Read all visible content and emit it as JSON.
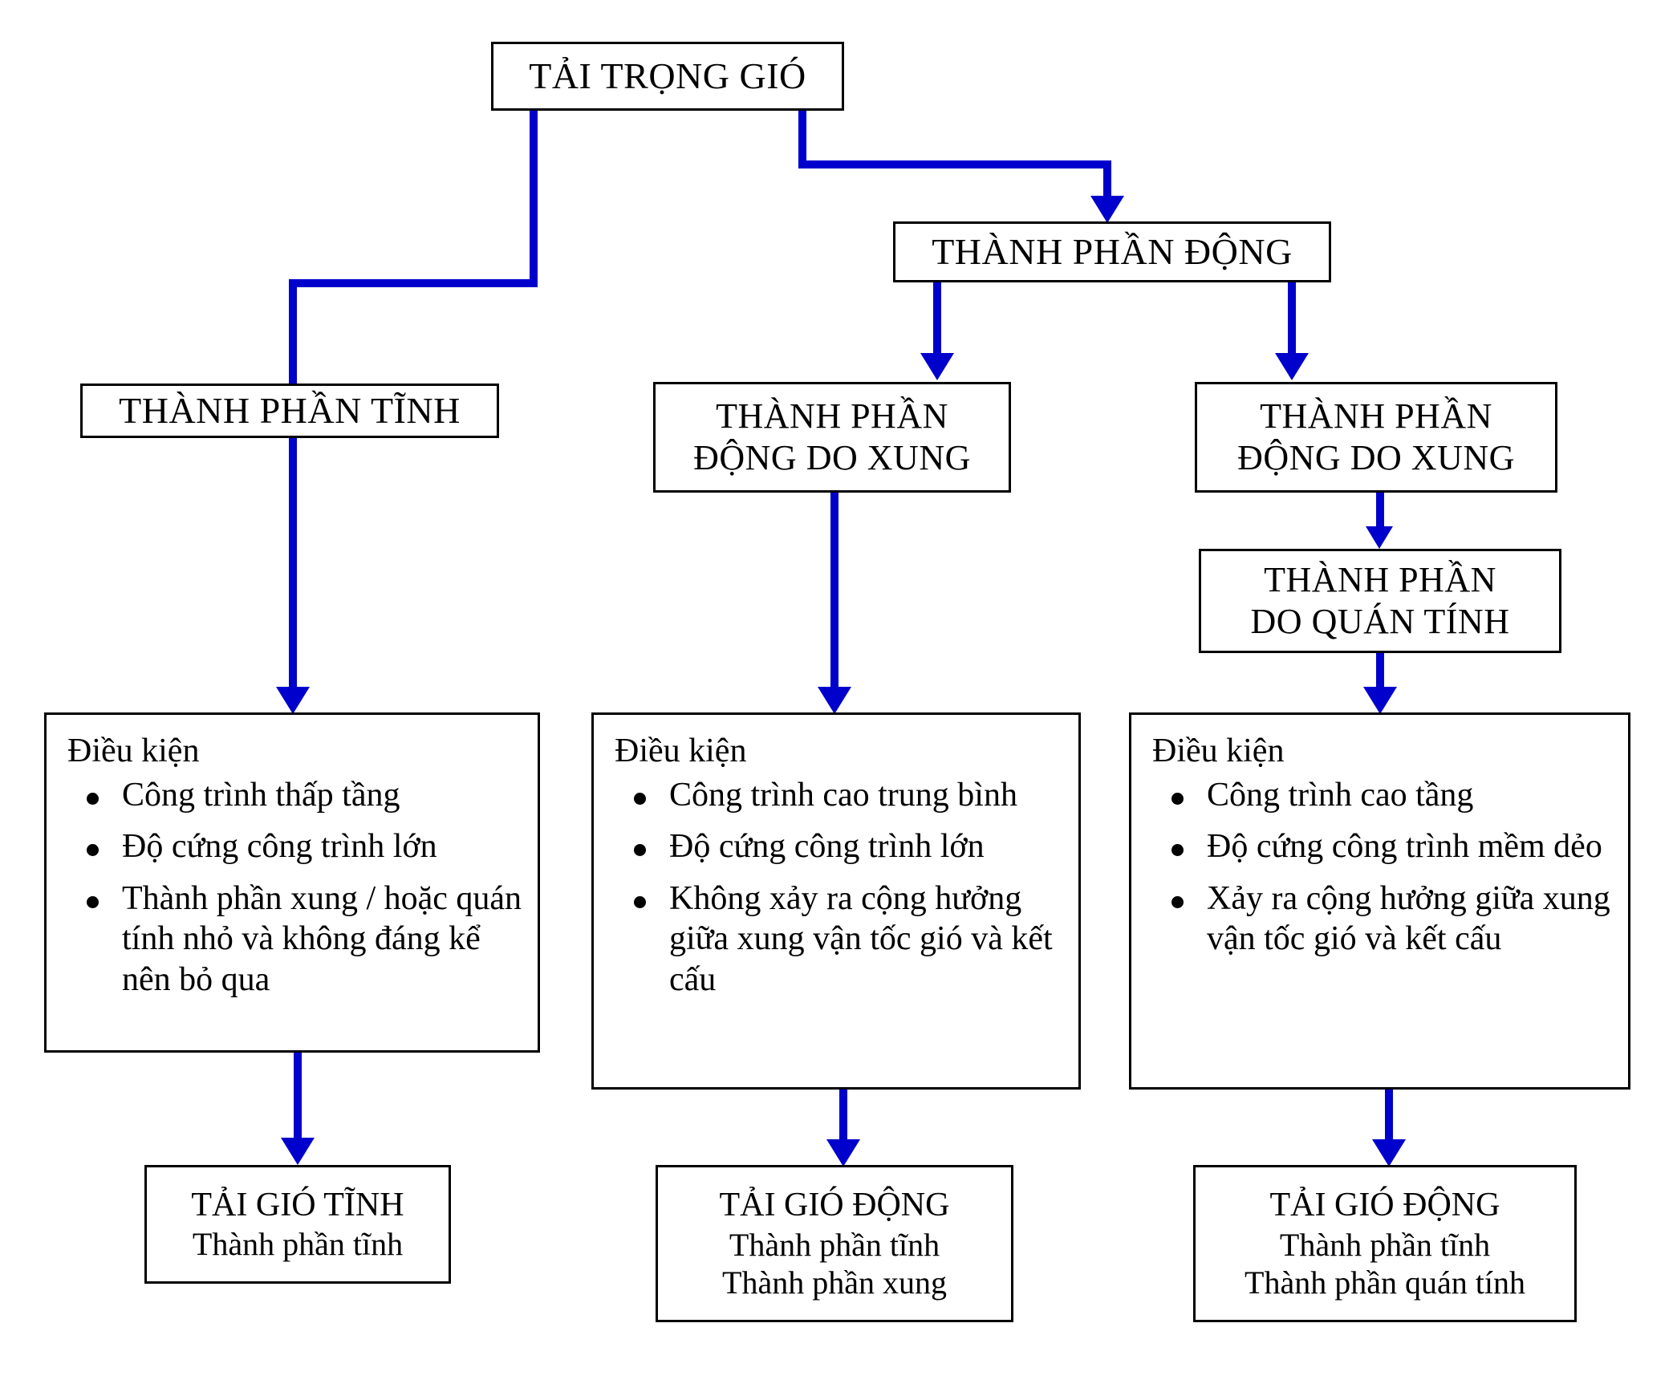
{
  "diagram": {
    "title_node": {
      "label": "TẢI TRỌNG GIÓ"
    },
    "dynamic_node": {
      "label": "THÀNH PHẦN ĐỘNG"
    },
    "branches": [
      {
        "id": "static",
        "header": {
          "line1": "THÀNH PHẦN TĨNH",
          "line2": ""
        },
        "condition": {
          "title": "Điều kiện",
          "items": [
            "Công trình thấp tầng",
            "Độ cứng công trình lớn",
            "Thành phần xung / hoặc quán tính nhỏ và không đáng kể nên bỏ qua"
          ]
        },
        "result": {
          "line1": "TẢI GIÓ TĨNH",
          "line2": "Thành phần tĩnh",
          "line3": ""
        }
      },
      {
        "id": "dynamic-impulse",
        "header": {
          "line1": "THÀNH PHẦN",
          "line2": "ĐỘNG DO XUNG"
        },
        "condition": {
          "title": "Điều kiện",
          "items": [
            "Công trình cao trung bình",
            "Độ cứng công trình lớn",
            "Không xảy ra cộng hưởng giữa xung vận tốc gió và kết cấu"
          ]
        },
        "result": {
          "line1": "TẢI GIÓ ĐỘNG",
          "line2": "Thành phần tĩnh",
          "line3": "Thành phần xung"
        }
      },
      {
        "id": "dynamic-inertia",
        "header": {
          "line1": "THÀNH PHẦN",
          "line2": "ĐỘNG DO XUNG"
        },
        "sub_header": {
          "line1": "THÀNH PHẦN",
          "line2": "DO QUÁN TÍNH"
        },
        "condition": {
          "title": "Điều kiện",
          "items": [
            "Công trình cao tầng",
            "Độ cứng công trình mềm dẻo",
            "Xảy ra cộng hưởng giữa xung vận tốc gió và kết cấu"
          ]
        },
        "result": {
          "line1": "TẢI GIÓ ĐỘNG",
          "line2": "Thành phần tĩnh",
          "line3": "Thành phần quán tính"
        }
      }
    ],
    "colors": {
      "connector": "#0000CC",
      "border": "#000000",
      "background": "#FFFFFF",
      "text": "#000000"
    }
  }
}
